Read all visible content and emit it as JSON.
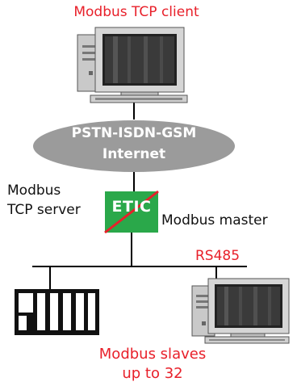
{
  "client_label": "Modbus TCP client",
  "network": {
    "line1": "PSTN-ISDN-GSM",
    "line2": "Internet"
  },
  "server_label": {
    "line1": "Modbus",
    "line2": "TCP server"
  },
  "etic_logo": "ETIC",
  "master_label": "Modbus master",
  "bus_label": "RS485",
  "slaves_label": {
    "line1": "Modbus slaves",
    "line2": "up to 32"
  },
  "colors": {
    "accent_red": "#e8202a",
    "cloud_gray": "#9b9b9b",
    "etic_green": "#2aa84a"
  }
}
